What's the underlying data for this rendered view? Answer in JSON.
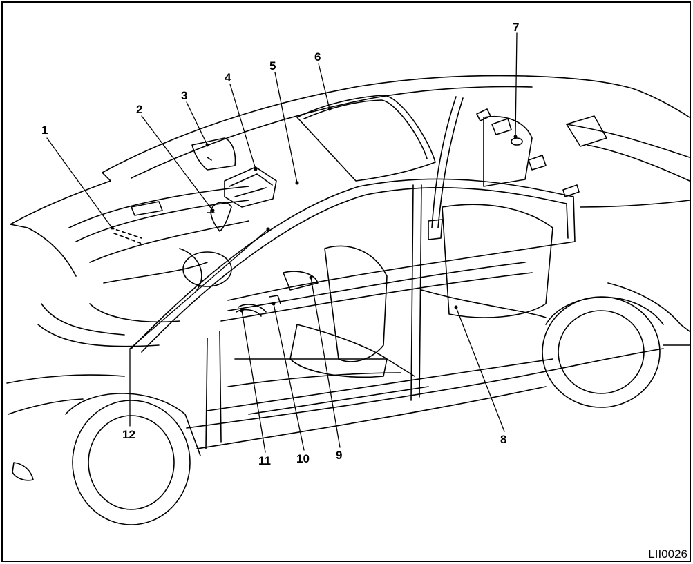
{
  "diagram": {
    "figure_code": "LII0026",
    "callouts": [
      "1",
      "2",
      "3",
      "4",
      "5",
      "6",
      "7",
      "8",
      "9",
      "10",
      "11",
      "12"
    ]
  }
}
